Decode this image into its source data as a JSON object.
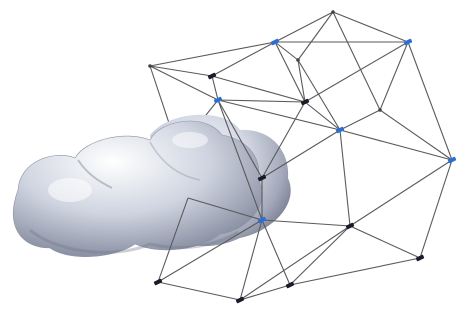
{
  "scene": {
    "colors": {
      "background": "#ffffff",
      "wire": "#5a5a5a",
      "wire_light": "#9a9a9a",
      "node": "#444444",
      "marker_blue": "#2a6fd6",
      "marker_dark": "#1a1a2a",
      "blob_light": "#f4f6fb",
      "blob_mid": "#c9cedd",
      "blob_dark": "#7f8699"
    },
    "objects": [
      {
        "name": "deformed-solid-body",
        "kind": "smooth gray 3D blob"
      },
      {
        "name": "wireframe-cage",
        "kind": "polyhedral control lattice with markers"
      }
    ]
  }
}
